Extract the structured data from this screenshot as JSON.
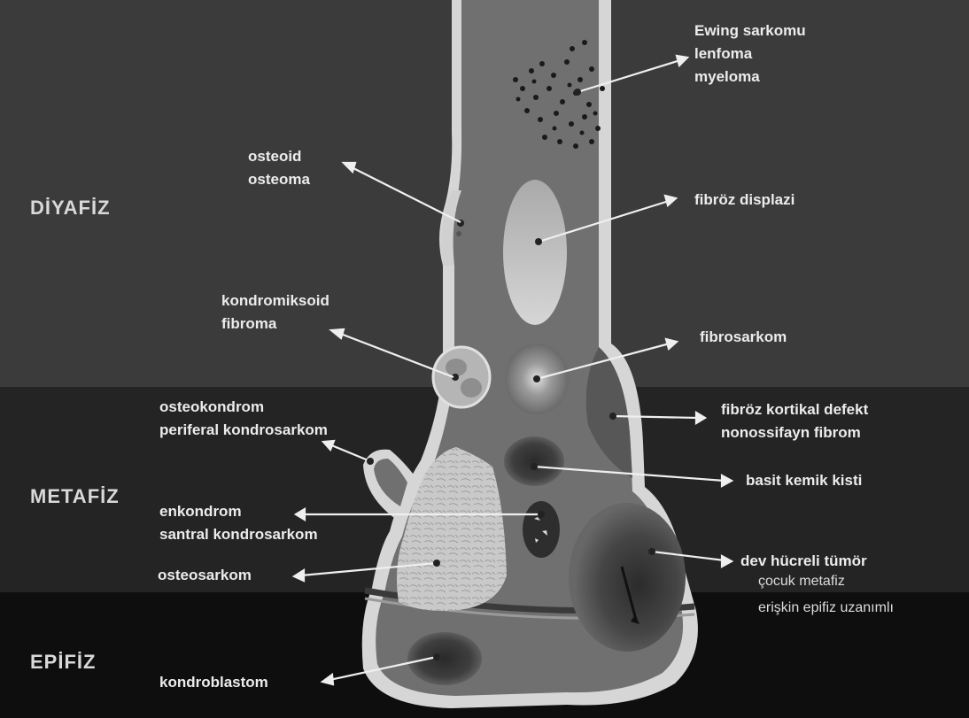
{
  "zones": {
    "diaphysis": "DİYAFİZ",
    "metaphysis": "METAFİZ",
    "epiphysis": "EPİFİZ"
  },
  "labels": {
    "ewing": [
      "Ewing sarkomu",
      "lenfoma",
      "myeloma"
    ],
    "osteoid": [
      "osteoid",
      "osteoma"
    ],
    "fibrous_dysplasia": "fibröz displazi",
    "chondromyxoid": [
      "kondromiksoid",
      "fibroma"
    ],
    "fibrosarcoma": "fibrosarkom",
    "osteochondroma": [
      "osteokondrom",
      "periferal kondrosarkom"
    ],
    "fibrous_cortical_defect": [
      "fibröz kortikal defekt",
      "nonossifayn fibrom"
    ],
    "simple_bone_cyst": "basit kemik kisti",
    "enchondroma": [
      "enkondrom",
      "santral kondrosarkom"
    ],
    "osteosarcoma": "osteosarkom",
    "giant_cell": "dev hücreli tümör",
    "giant_cell_note": [
      "çocuk metafiz",
      "erişkin epifiz uzanımlı"
    ],
    "chondroblastoma": "kondroblastom"
  },
  "colors": {
    "diaphysis_bg": "#3b3b3b",
    "metaphysis_bg": "#242424",
    "epiphysis_bg": "#0e0e0e",
    "bone_outline": "#d8d8d8",
    "marrow": "#6f6f6f"
  }
}
